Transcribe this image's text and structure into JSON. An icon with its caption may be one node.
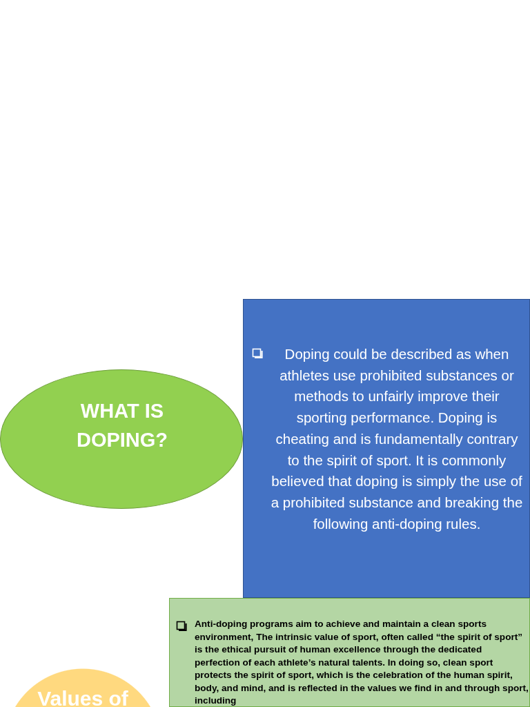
{
  "diagram": {
    "nodes": [
      {
        "text": [
          "WHAT IS DOPING?"
        ]
      },
      {
        "text": [
          "Doping could be described as when athletes use prohibited substances or methods to unfairly improve their sporting performance. Doping is cheating and is fundamentally contrary to the spirit of sport. It is commonly believed that doping is simply the use of a prohibited substance and breaking the following anti-doping rules."
        ]
      },
      {
        "text": [
          "Anti-doping programs aim to achieve and maintain a clean sports environment, The intrinsic value of sport, often called “the spirit of sport” is the ethical pursuit of human excellence through the dedicated perfection of each athlete’s natural talents. In doing so, clean sport protects the spirit of sport, which is the celebration of the human spirit, body, and mind, and is reflected in the values we find in and through sport, including"
        ]
      },
      {
        "text": [
          "Values of"
        ]
      }
    ]
  }
}
